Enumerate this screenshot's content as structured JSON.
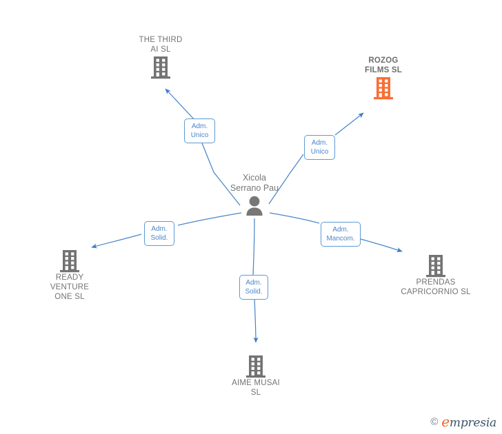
{
  "diagram": {
    "type": "corporate-relationship-graph",
    "center_person": {
      "name": "Xicola\nSerrano Pau",
      "icon": "person-icon",
      "color": "#777777"
    },
    "companies": [
      {
        "id": "the-third-ai",
        "name": "THE THIRD\nAI  SL",
        "icon": "building-icon",
        "color": "#737373",
        "highlighted": false,
        "relation": "Adm.\nUnico"
      },
      {
        "id": "rozog-films",
        "name": "ROZOG\nFILMS  SL",
        "icon": "building-icon",
        "color": "#f96e33",
        "highlighted": true,
        "relation": "Adm.\nUnico"
      },
      {
        "id": "ready-venture-one",
        "name": "READY\nVENTURE\nONE  SL",
        "icon": "building-icon",
        "color": "#737373",
        "highlighted": false,
        "relation": "Adm.\nSolid."
      },
      {
        "id": "aime-musai",
        "name": "AIME MUSAI\nSL",
        "icon": "building-icon",
        "color": "#737373",
        "highlighted": false,
        "relation": "Adm.\nSolid."
      },
      {
        "id": "prendas-capricornio",
        "name": "PRENDAS\nCAPRICORNIO SL",
        "icon": "building-icon",
        "color": "#737373",
        "highlighted": false,
        "relation": "Adm.\nMancom."
      }
    ],
    "edges": [
      {
        "from": "xicola-serrano-pau",
        "to": "the-third-ai",
        "label": "Adm.\nUnico"
      },
      {
        "from": "xicola-serrano-pau",
        "to": "rozog-films",
        "label": "Adm.\nUnico"
      },
      {
        "from": "xicola-serrano-pau",
        "to": "ready-venture-one",
        "label": "Adm.\nSolid."
      },
      {
        "from": "xicola-serrano-pau",
        "to": "aime-musai",
        "label": "Adm.\nSolid."
      },
      {
        "from": "xicola-serrano-pau",
        "to": "prendas-capricornio",
        "label": "Adm.\nMancom."
      }
    ],
    "edge_color": "#4a86c8"
  },
  "watermark": {
    "copyright": "©",
    "brand_first": "e",
    "brand_rest": "mpresia",
    "brand_accent": "#f26522",
    "brand_color": "#3d5566"
  }
}
